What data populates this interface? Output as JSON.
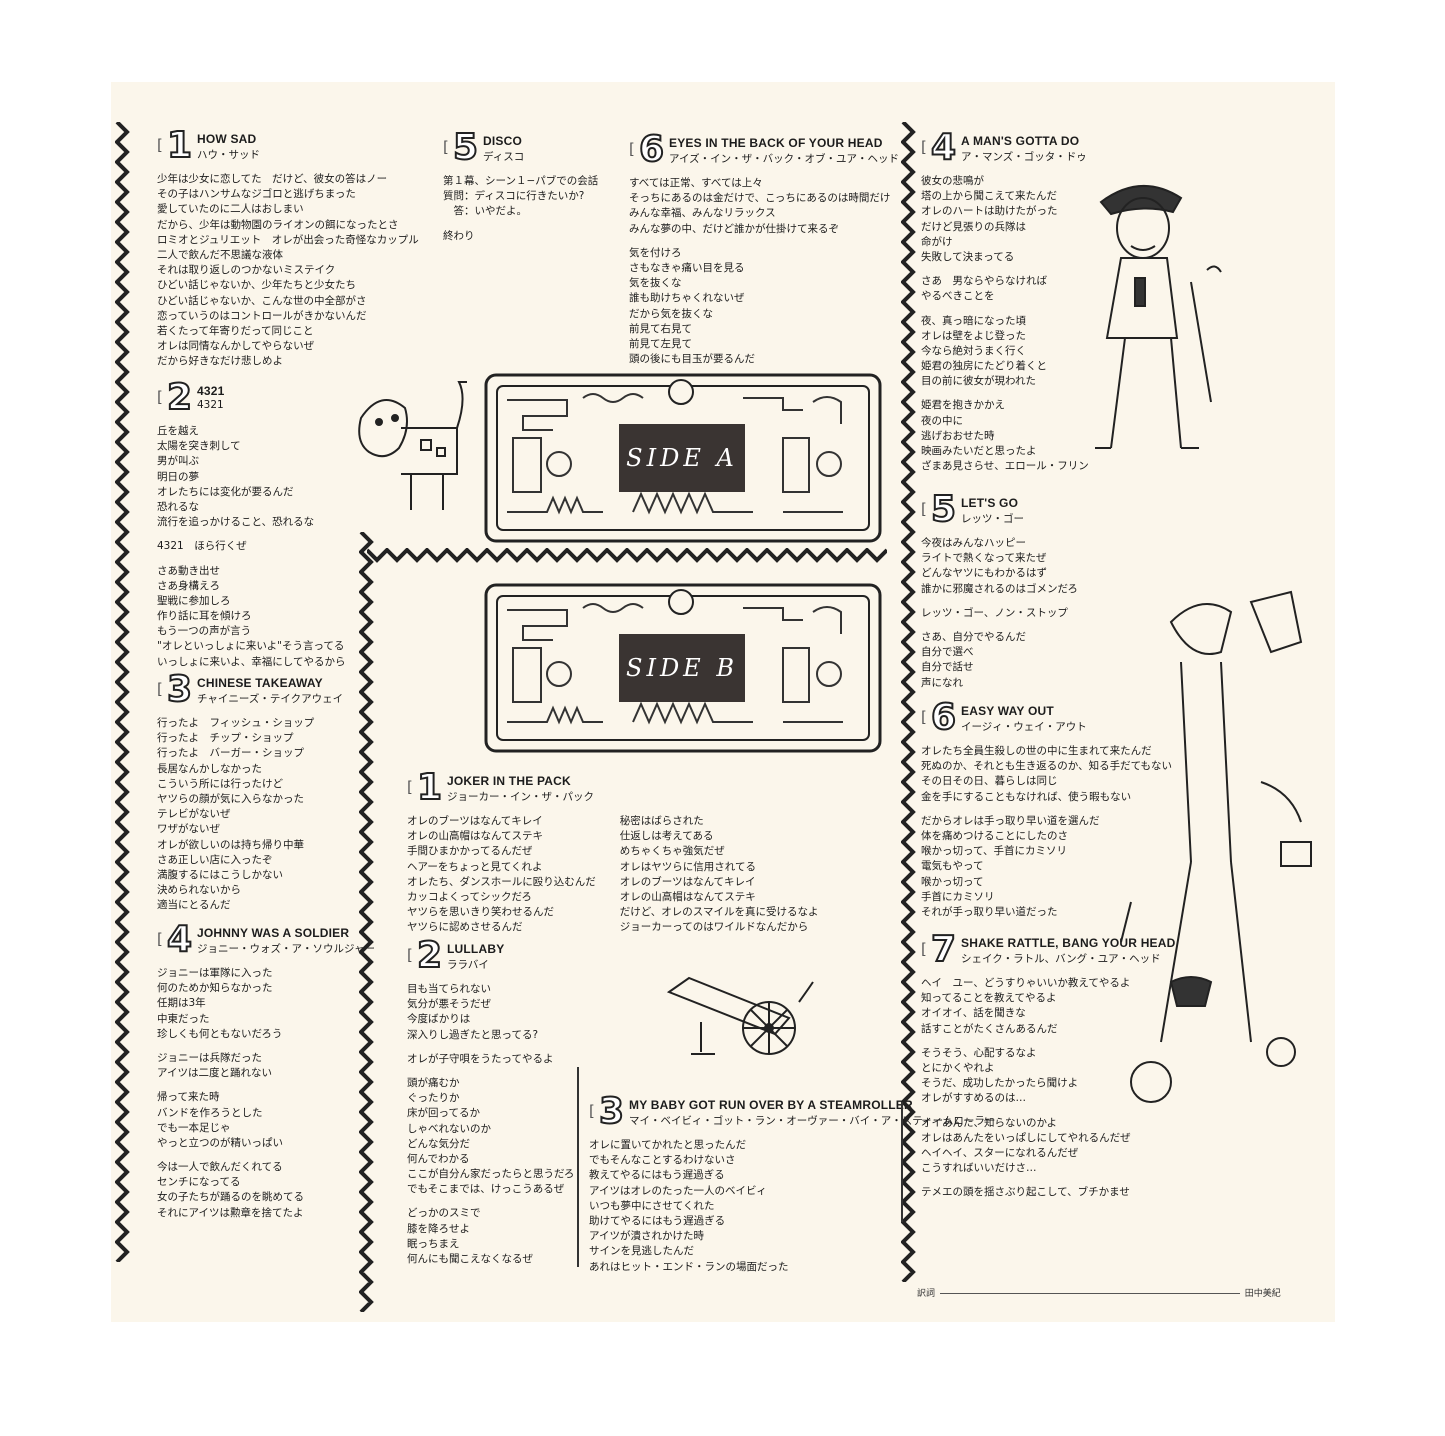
{
  "side_a_label": "SIDE A",
  "side_b_label": "SIDE B",
  "side_a": [
    {
      "no": "1",
      "en": "HOW SAD",
      "jp": "ハウ・サッド",
      "lines": [
        "少年は少女に恋してた　だけど、彼女の答はノー",
        "その子はハンサムなジゴロと逃げちまった",
        "愛していたのに二人はおしまい",
        "だから、少年は動物園のライオンの餌になったとさ",
        "ロミオとジュリエット　オレが出会った奇怪なカップル",
        "二人で飲んだ不思議な液体",
        "それは取り返しのつかないミステイク",
        "ひどい話じゃないか、少年たちと少女たち",
        "ひどい話じゃないか、こんな世の中全部がさ",
        "恋っていうのはコントロールがきかないんだ",
        "若くたって年寄りだって同じこと",
        "オレは同情なんかしてやらないぜ",
        "だから好きなだけ悲しめよ"
      ]
    },
    {
      "no": "2",
      "en": "4321",
      "jp": "4321",
      "lines": [
        "丘を越え",
        "太陽を突き刺して",
        "男が叫ぶ",
        "明日の夢",
        "オレたちには変化が要るんだ",
        "恐れるな",
        "流行を追っかけること、恐れるな",
        "",
        "4321　ほら行くぜ",
        "",
        "さあ動き出せ",
        "さあ身構えろ",
        "聖戦に参加しろ",
        "作り話に耳を傾けろ",
        "もう一つの声が言う",
        "\"オレといっしょに来いよ\"そう言ってる",
        "いっしょに来いよ、幸福にしてやるから"
      ]
    },
    {
      "no": "3",
      "en": "CHINESE TAKEAWAY",
      "jp": "チャイニーズ・テイクアウェイ",
      "lines": [
        "行ったよ　フィッシュ・ショップ",
        "行ったよ　チップ・ショップ",
        "行ったよ　バーガー・ショップ",
        "長居なんかしなかった",
        "こういう所には行ったけど",
        "ヤツらの顔が気に入らなかった",
        "テレビがないぜ",
        "ワザがないぜ",
        "オレが欲しいのは持ち帰り中華",
        "さあ正しい店に入ったぞ",
        "満腹するにはこうしかない",
        "決められないから",
        "適当にとるんだ"
      ]
    },
    {
      "no": "4",
      "en": "JOHNNY WAS A SOLDIER",
      "jp": "ジョニー・ウォズ・ア・ソウルジャー",
      "lines": [
        "ジョニーは軍隊に入った",
        "何のためか知らなかった",
        "任期は3年",
        "中東だった",
        "珍しくも何ともないだろう",
        "",
        "ジョニーは兵隊だった",
        "アイツは二度と踊れない",
        "",
        "帰って来た時",
        "バンドを作ろうとした",
        "でも一本足じゃ",
        "やっと立つのが精いっぱい",
        "",
        "今は一人で飲んだくれてる",
        "センチになってる",
        "女の子たちが踊るのを眺めてる",
        "それにアイツは勲章を捨てたよ"
      ]
    },
    {
      "no": "5",
      "en": "DISCO",
      "jp": "ディスコ",
      "lines": [
        "第１幕、シーン１−パブでの会話",
        "質問：ディスコに行きたいか?",
        "　答：いやだよ。",
        "",
        "終わり"
      ]
    },
    {
      "no": "6",
      "en": "EYES IN THE BACK OF YOUR HEAD",
      "jp": "アイズ・イン・ザ・バック・オブ・ユア・ヘッド",
      "lines": [
        "すべては正常、すべては上々",
        "そっちにあるのは金だけで、こっちにあるのは時間だけ",
        "みんな幸福、みんなリラックス",
        "みんな夢の中、だけど誰かが仕掛けて来るぞ",
        "",
        "気を付けろ",
        "さもなきゃ痛い目を見る",
        "気を抜くな",
        "誰も助けちゃくれないぜ",
        "だから気を抜くな",
        "前見て右見て",
        "前見て左見て",
        "頭の後にも目玉が要るんだ"
      ]
    }
  ],
  "side_b": [
    {
      "no": "1",
      "en": "JOKER IN THE PACK",
      "jp": "ジョーカー・イン・ザ・パック",
      "lines": [
        "オレのブーツはなんてキレイ",
        "オレの山高帽はなんてステキ",
        "手間ひまかかってるんだぜ",
        "ヘアーをちょっと見てくれよ",
        "オレたち、ダンスホールに殴り込むんだ",
        "カッコよくってシックだろ",
        "ヤツらを思いきり笑わせるんだ",
        "ヤツらに認めさせるんだ"
      ],
      "lines2": [
        "秘密はばらされた",
        "仕返しは考えてある",
        "めちゃくちゃ強気だぜ",
        "オレはヤツらに信用されてる",
        "オレのブーツはなんてキレイ",
        "オレの山高帽はなんてステキ",
        "だけど、オレのスマイルを真に受けるなよ",
        "ジョーカーってのはワイルドなんだから"
      ]
    },
    {
      "no": "2",
      "en": "LULLABY",
      "jp": "ララバイ",
      "lines": [
        "目も当てられない",
        "気分が悪そうだぜ",
        "今度ばかりは",
        "深入りし過ぎたと思ってる?",
        "",
        "オレが子守唄をうたってやるよ",
        "",
        "頭が痛むか",
        "ぐったりか",
        "床が回ってるか",
        "しゃべれないのか",
        "どんな気分だ",
        "何んでわかる",
        "ここが自分ん家だったらと思うだろ",
        "でもそこまでは、けっこうあるぜ",
        "",
        "どっかのスミで",
        "膝を降ろせよ",
        "眠っちまえ",
        "何んにも聞こえなくなるぜ"
      ]
    },
    {
      "no": "3",
      "en": "MY BABY GOT RUN OVER BY A STEAMROLLER",
      "jp": "マイ・ベイビィ・ゴット・ラン・オーヴァー・バイ・ア・スティームローラー",
      "lines": [
        "オレに置いてかれたと思ったんだ",
        "でもそんなことするわけないさ",
        "教えてやるにはもう遅過ぎる",
        "アイツはオレのたった一人のベイビィ",
        "いつも夢中にさせてくれた",
        "助けてやるにはもう遅過ぎる",
        "アイツが潰されかけた時",
        "サインを見逃したんだ",
        "あれはヒット・エンド・ランの場面だった"
      ]
    },
    {
      "no": "4",
      "en": "A MAN'S GOTTA DO",
      "jp": "ア・マンズ・ゴッタ・ドゥ",
      "lines": [
        "彼女の悲鳴が",
        "塔の上から聞こえて来たんだ",
        "オレのハートは助けたがった",
        "だけど見張りの兵隊は",
        "命がけ",
        "失敗して決まってる",
        "",
        "さあ　男ならやらなければ",
        "やるべきことを",
        "",
        "夜、真っ暗になった頃",
        "オレは壁をよじ登った",
        "今なら絶対うまく行く",
        "姫君の独房にたどり着くと",
        "目の前に彼女が現われた",
        "",
        "姫君を抱きかかえ",
        "夜の中に",
        "逃げおおせた時",
        "映画みたいだと思ったよ",
        "ざまあ見さらせ、エロール・フリン"
      ]
    },
    {
      "no": "5",
      "en": "LET'S GO",
      "jp": "レッツ・ゴー",
      "lines": [
        "今夜はみんなハッピー",
        "ライトで熱くなって来たぜ",
        "どんなヤツにもわかるはず",
        "誰かに邪魔されるのはゴメンだろ",
        "",
        "レッツ・ゴー、ノン・ストップ",
        "",
        "さあ、自分でやるんだ",
        "自分で選べ",
        "自分で話せ",
        "声になれ"
      ]
    },
    {
      "no": "6",
      "en": "EASY WAY OUT",
      "jp": "イージィ・ウェイ・アウト",
      "lines": [
        "オレたち全員生殺しの世の中に生まれて来たんだ",
        "死ぬのか、それとも生き返るのか、知る手だてもない",
        "その日その日、暮らしは同じ",
        "金を手にすることもなければ、使う暇もない",
        "",
        "だからオレは手っ取り早い道を選んだ",
        "体を痛めつけることにしたのさ",
        "喉かっ切って、手首にカミソリ",
        "電気もやって",
        "喉かっ切って",
        "手首にカミソリ",
        "それが手っ取り早い道だった"
      ]
    },
    {
      "no": "7",
      "en": "SHAKE RATTLE, BANG YOUR HEAD",
      "jp": "シェイク・ラトル、バング・ユア・ヘッド",
      "lines": [
        "ヘイ　ユー、どうすりゃいいか教えてやるよ",
        "知ってることを教えてやるよ",
        "オイオイ、話を聞きな",
        "話すことがたくさんあるんだ",
        "",
        "そうそう、心配するなよ",
        "とにかくやれよ",
        "そうだ、成功したかったら聞けよ",
        "オレがすすめるのは…",
        "",
        "オイあんた、知らないのかよ",
        "オレはあんたをいっぱしにしてやれるんだぜ",
        "ヘイヘイ、スターになれるんだぜ",
        "こうすればいいだけさ…",
        "",
        "テメエの頭を揺さぶり起こして、ブチかませ"
      ]
    }
  ],
  "credit": {
    "label": "訳詞",
    "name": "田中美紀"
  }
}
